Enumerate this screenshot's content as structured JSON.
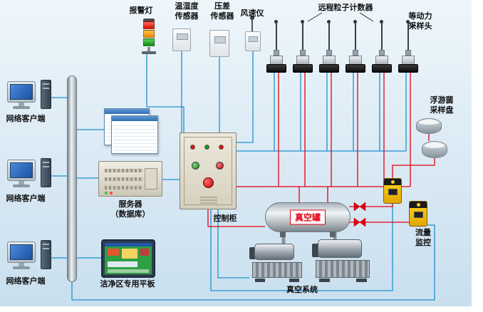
{
  "diagram": {
    "background": "#d9e9f4",
    "wire_colors": {
      "signal_blue": "#1f8fd0",
      "vacuum_red": "#e60012"
    },
    "top_row": {
      "alarm_light_label": "报警灯",
      "temp_humidity_label": "温湿度\n传感器",
      "pressure_label": "压差\n传感器",
      "anemometer_label": "风速仪",
      "particle_counter_label": "远程粒子计数器",
      "sampling_head_label": "等动力\n采样头"
    },
    "left": {
      "clients": [
        {
          "label": "网络客户端"
        },
        {
          "label": "网络客户端"
        },
        {
          "label": "网络客户端"
        }
      ]
    },
    "center": {
      "server_label": "服务器\n（数据库）",
      "cabinet_label": "控制柜",
      "tablet_label": "洁净区专用平板"
    },
    "right": {
      "bacteria_sampler_label": "浮游菌\n采样盘",
      "flow_monitor_label": "流量\n监控"
    },
    "bottom": {
      "vacuum_tank_label": "真空罐",
      "vacuum_system_label": "真空系统"
    }
  }
}
